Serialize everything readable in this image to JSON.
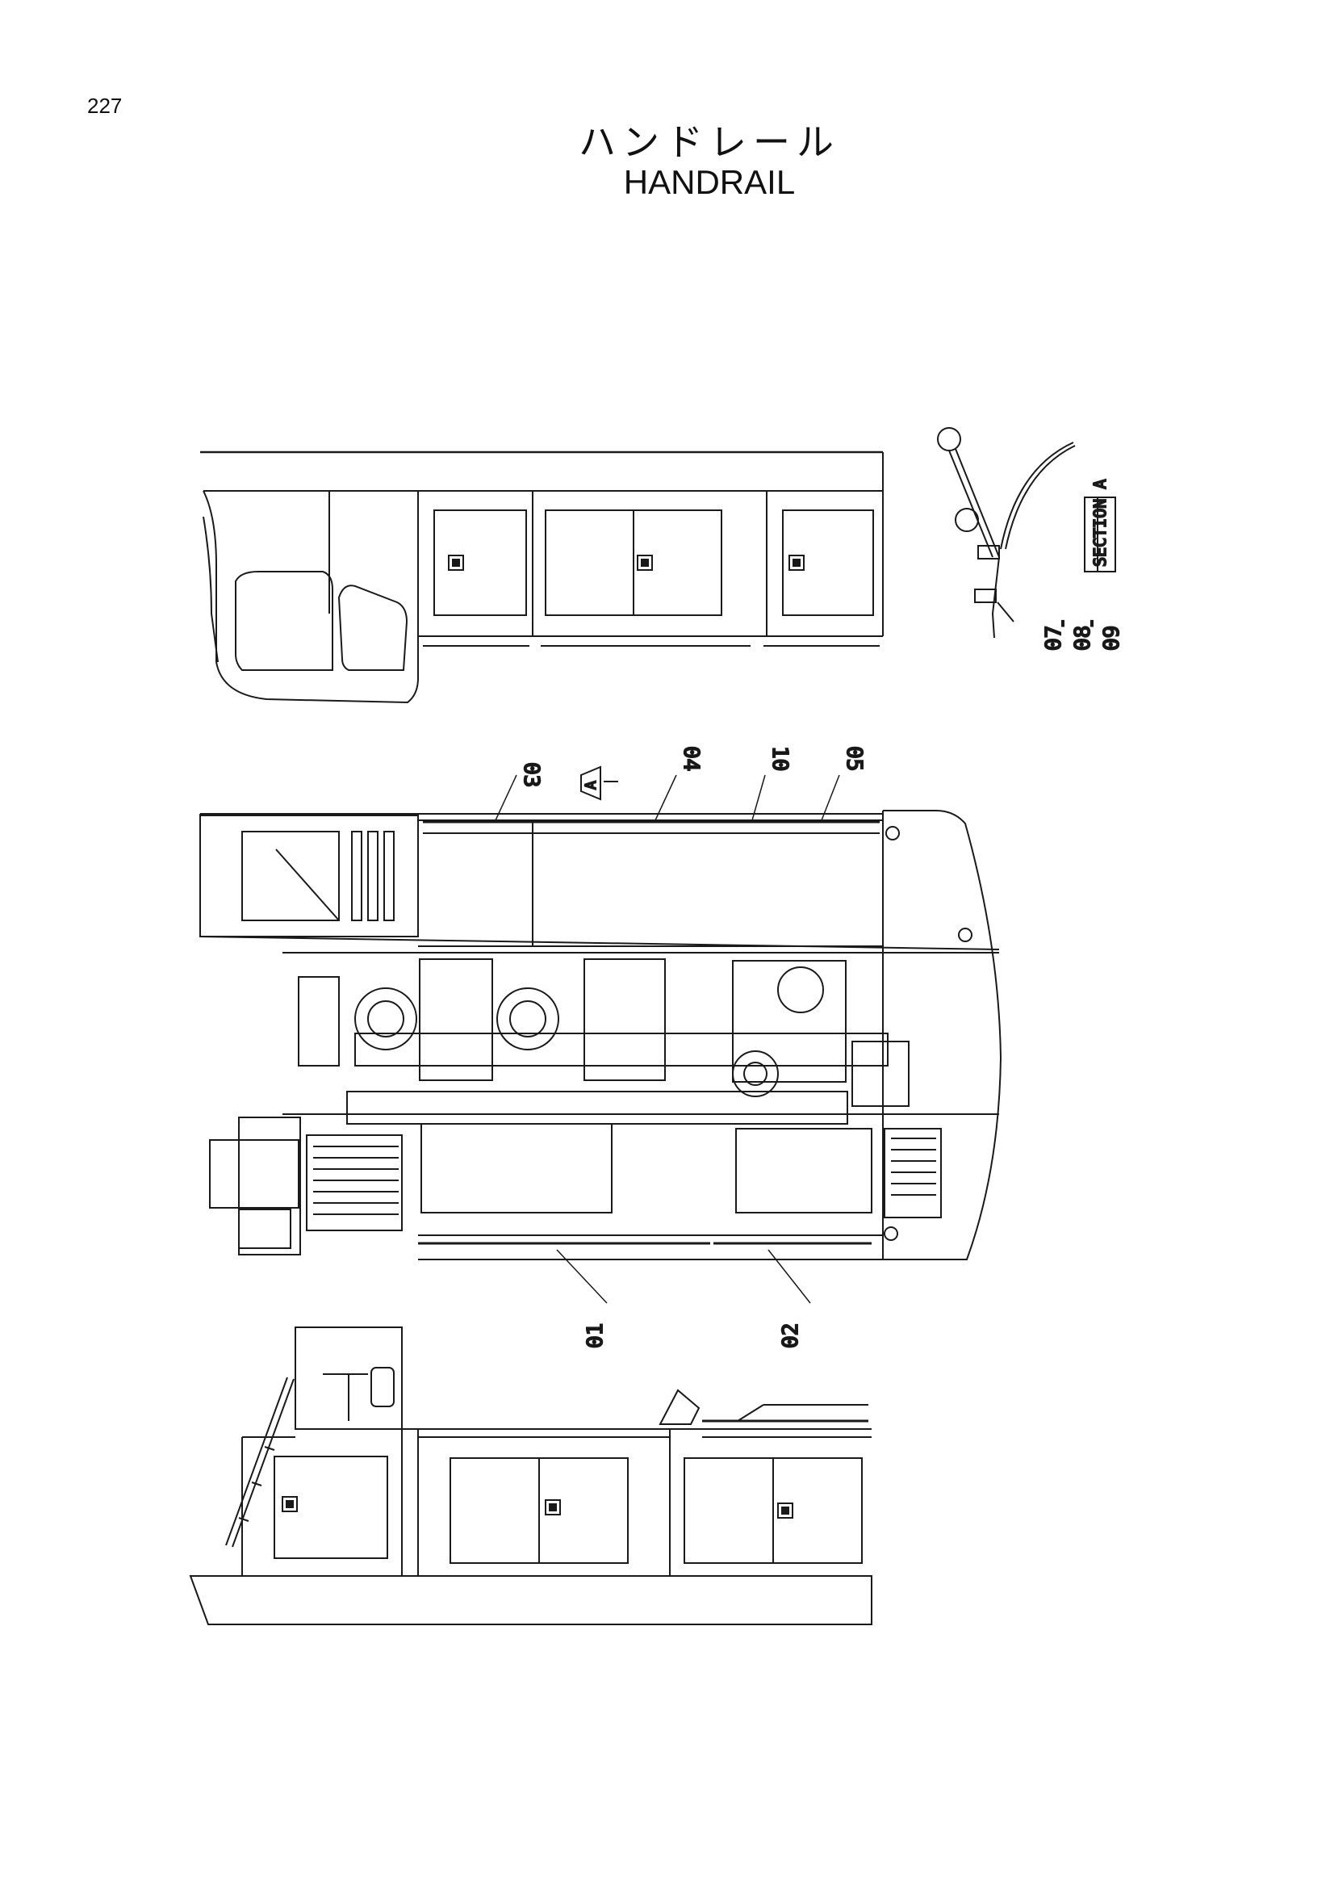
{
  "page_number": "227",
  "title_jp": "ハンドレール",
  "title_en": "HANDRAIL",
  "section_label": "SECTION A",
  "view_marker": "A",
  "callouts": {
    "c01": "01",
    "c02": "02",
    "c03": "03",
    "c04": "04",
    "c05": "05",
    "c07": "07",
    "c08": "08",
    "c09": "09",
    "c10": "10",
    "sep1": "-",
    "sep2": "-"
  },
  "icons": [
    "lock-icon",
    "handrail-bracket-icon",
    "arrow-view-icon"
  ]
}
